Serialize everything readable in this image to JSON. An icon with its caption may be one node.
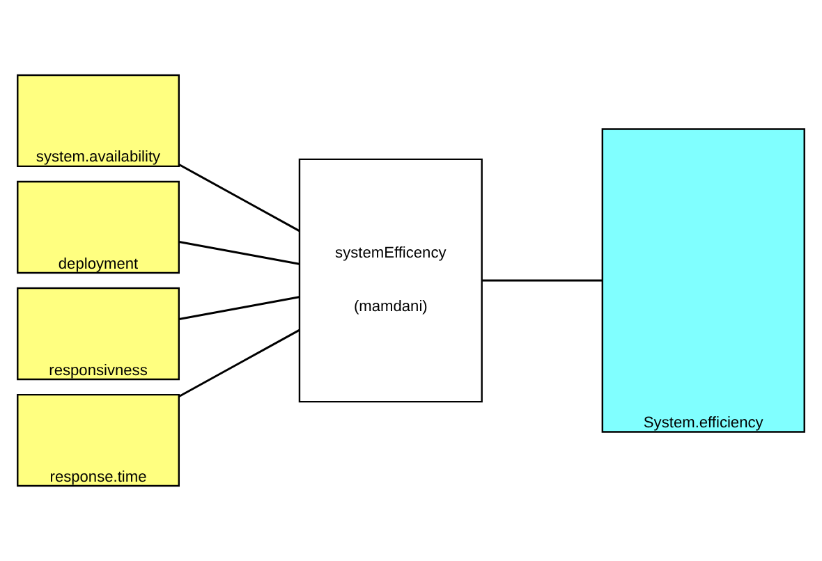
{
  "diagram": {
    "nodes": [
      {
        "text": [
          "system.availability"
        ]
      },
      {
        "text": [
          "deployment"
        ]
      },
      {
        "text": [
          "responsivness"
        ]
      },
      {
        "text": [
          "response.time"
        ]
      },
      {
        "text": [
          "systemEfficency",
          "(mamdani)"
        ]
      },
      {
        "text": [
          "System.efficiency"
        ]
      }
    ],
    "edges": [
      {
        "from": 0,
        "to": 4,
        "arrow": "none"
      },
      {
        "from": 1,
        "to": 4,
        "arrow": "none"
      },
      {
        "from": 2,
        "to": 4,
        "arrow": "none"
      },
      {
        "from": 3,
        "to": 4,
        "arrow": "none"
      },
      {
        "from": 4,
        "to": 5,
        "arrow": "none"
      }
    ]
  }
}
